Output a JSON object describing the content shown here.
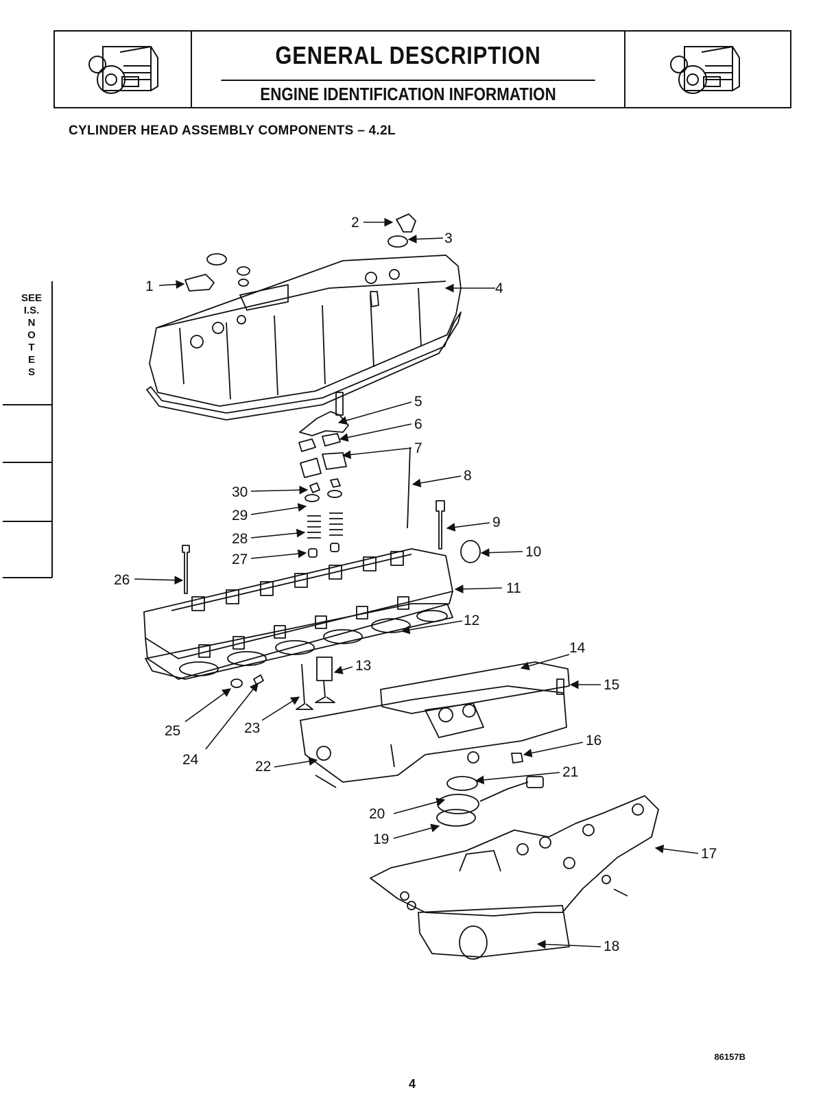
{
  "header": {
    "title": "GENERAL DESCRIPTION",
    "subtitle": "ENGINE IDENTIFICATION INFORMATION"
  },
  "section_title": "CYLINDER HEAD ASSEMBLY COMPONENTS – 4.2L",
  "side_tab": {
    "text": [
      "SEE",
      "I.S.",
      "N",
      "O",
      "T",
      "E",
      "S"
    ]
  },
  "callouts": [
    "1",
    "2",
    "3",
    "4",
    "5",
    "6",
    "7",
    "8",
    "9",
    "10",
    "11",
    "12",
    "13",
    "14",
    "15",
    "16",
    "17",
    "18",
    "19",
    "20",
    "21",
    "22",
    "23",
    "24",
    "25",
    "26",
    "27",
    "28",
    "29",
    "30"
  ],
  "figure_code": "86157B",
  "page_number": "4"
}
